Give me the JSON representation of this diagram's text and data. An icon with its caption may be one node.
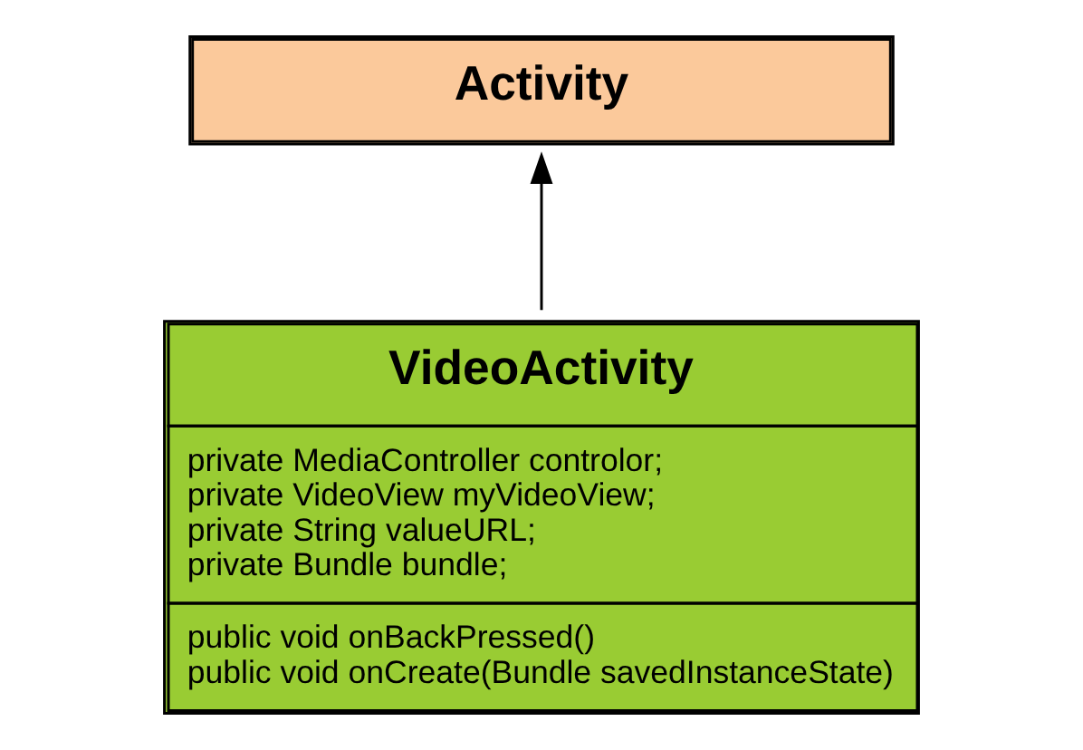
{
  "diagram": {
    "nodes": [
      {
        "text": [
          "Activity"
        ]
      },
      {
        "text": [
          "VideoActivity",
          "private MediaController controlor;",
          "private VideoView myVideoView;",
          "private String valueURL;",
          "private Bundle bundle;",
          "public void onBackPressed()",
          "public void onCreate(Bundle savedInstanceState)"
        ]
      }
    ],
    "edges": [
      {
        "from": 1,
        "to": 0,
        "arrow": "to"
      }
    ]
  }
}
